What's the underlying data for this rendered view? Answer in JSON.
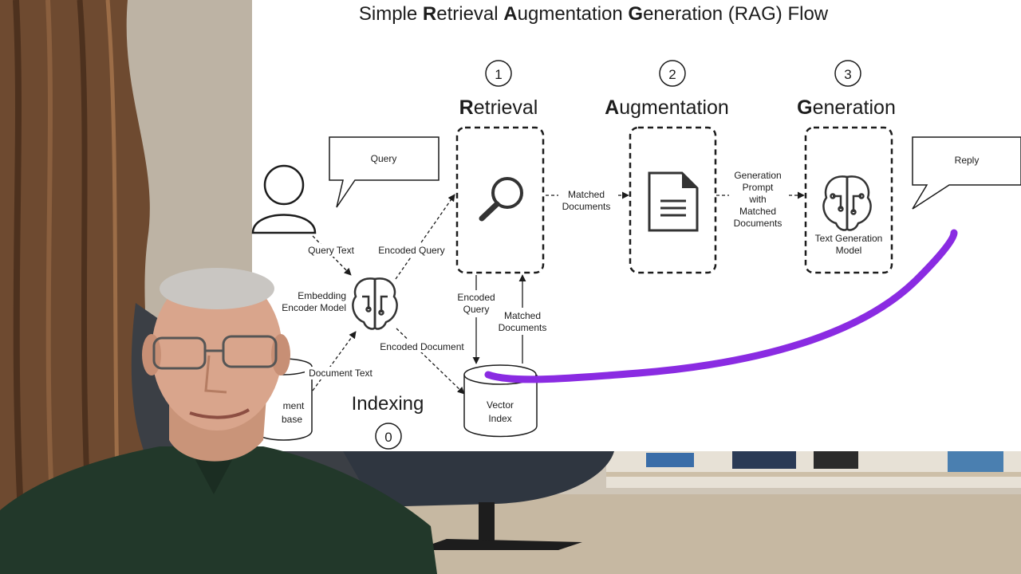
{
  "diagram": {
    "title_parts": [
      {
        "text": "Simple ",
        "bold": false
      },
      {
        "text": "R",
        "bold": true
      },
      {
        "text": "etrieval ",
        "bold": false
      },
      {
        "text": "A",
        "bold": true
      },
      {
        "text": "ugmentation ",
        "bold": false
      },
      {
        "text": "G",
        "bold": true
      },
      {
        "text": "eneration (RAG) Flow",
        "bold": false
      }
    ],
    "stages": {
      "retrieval": {
        "num": "1",
        "initial": "R",
        "rest": "etrieval"
      },
      "augmentation": {
        "num": "2",
        "initial": "A",
        "rest": "ugmentation"
      },
      "generation": {
        "num": "3",
        "initial": "G",
        "rest": "eneration"
      },
      "indexing": {
        "num": "0",
        "label": "Indexing"
      }
    },
    "bubbles": {
      "query": "Query",
      "reply": "Reply"
    },
    "edges": {
      "query_text": "Query Text",
      "encoded_query_top": "Encoded Query",
      "encoded_query_down": [
        "Encoded",
        "Query"
      ],
      "matched_docs_up": [
        "Matched",
        "Documents"
      ],
      "matched_docs_right": [
        "Matched",
        "Documents"
      ],
      "gen_prompt": [
        "Generation",
        "Prompt",
        "with",
        "Matched",
        "Documents"
      ],
      "encoded_document": "Encoded Document",
      "document_text": "Document Text"
    },
    "nodes": {
      "embedding": [
        "Embedding",
        "Encoder Model"
      ],
      "vector_index": [
        "Vector",
        "Index"
      ],
      "text_gen": [
        "Text Generation",
        "Model"
      ],
      "doc_db_partial": [
        "ment",
        "base"
      ]
    }
  },
  "colors": {
    "slide_bg": "#ffffff",
    "ink": "#1c1c1c",
    "annotation": "#8a2be2",
    "wall": "#cfc6b8",
    "floor": "#c6b8a2",
    "wood": "#6e4a30",
    "shirt": "#22382a",
    "skin": "#d9a58c"
  }
}
